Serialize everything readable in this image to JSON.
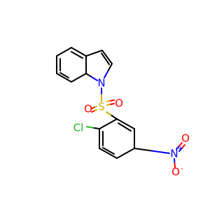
{
  "molecule": {
    "atoms": {
      "n_indole": {
        "label": "N",
        "color": "#0000ff"
      },
      "s_sulfonyl": {
        "label": "S",
        "color": "#c8b400"
      },
      "o_s_left": {
        "label": "O",
        "color": "#ff0000"
      },
      "o_s_right": {
        "label": "O",
        "color": "#ff0000"
      },
      "cl": {
        "label": "Cl",
        "color": "#1fb51f"
      },
      "n_nitro": {
        "label": "N",
        "color": "#0000ff",
        "charge": "+"
      },
      "o_nitro_top": {
        "label": "O",
        "color": "#ff0000"
      },
      "o_nitro_bottom": {
        "label": "O",
        "color": "#ff0000",
        "charge": "-"
      }
    },
    "bond_color": "#000000"
  }
}
